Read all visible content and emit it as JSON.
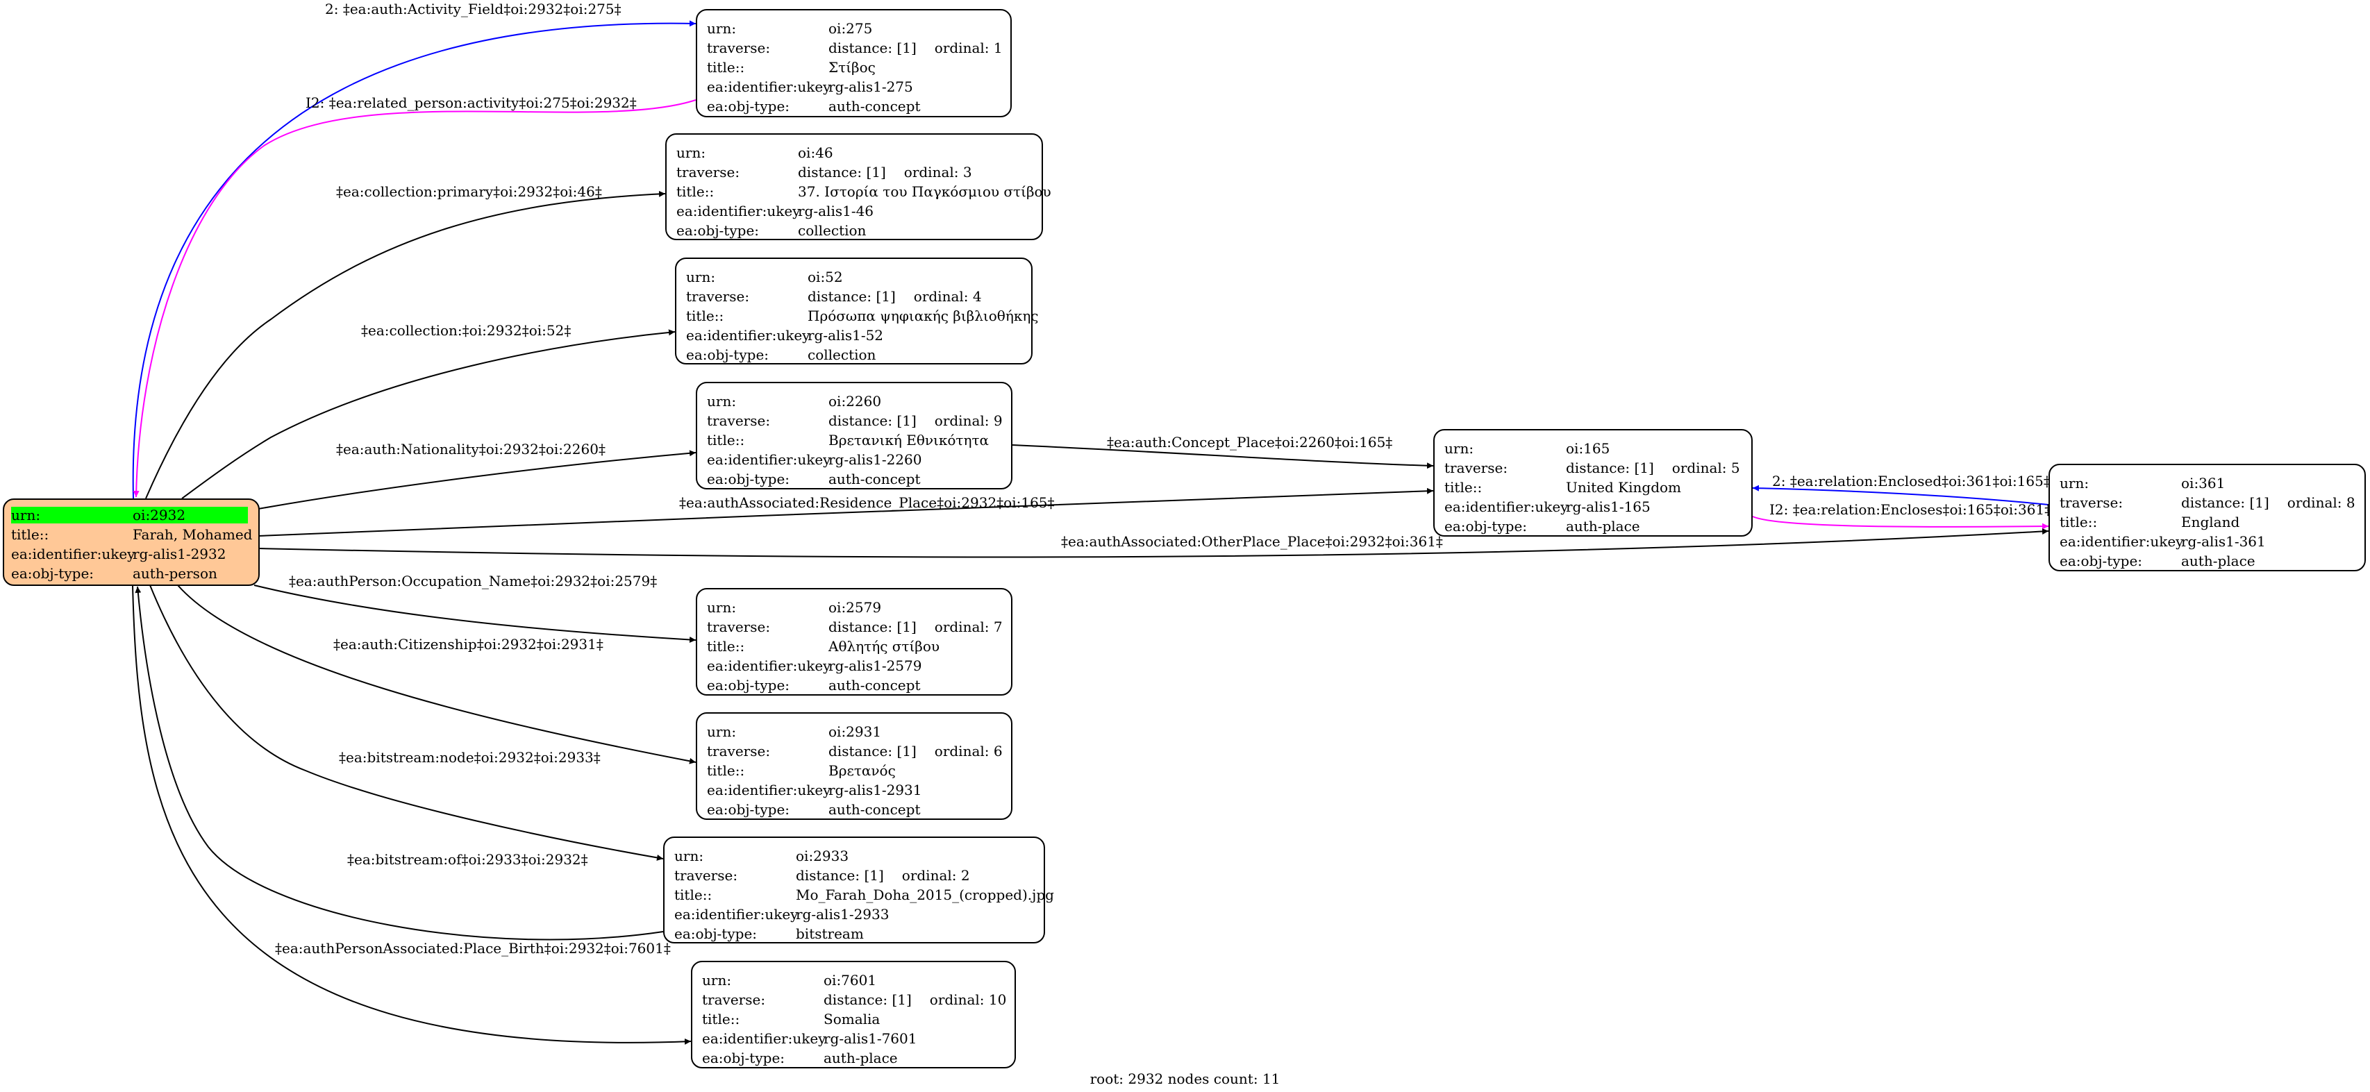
{
  "root": {
    "urn_label": "urn:",
    "urn": "oi:2932",
    "title_label": "title::",
    "title": "Farah, Mohamed",
    "ukey_label": "ea:identifier:ukey",
    "ukey": "rg-alis1-2932",
    "type_label": "ea:obj-type:",
    "type": "auth-person"
  },
  "labels": {
    "urn": "urn:",
    "traverse": "traverse:",
    "title": "title::",
    "ukey": "ea:identifier:ukey",
    "type": "ea:obj-type:"
  },
  "nodes": [
    {
      "id": "oi:275",
      "urn": "oi:275",
      "distance": "distance: [1]",
      "ordinal": "ordinal: 1",
      "title": "Στίβος",
      "ukey": "rg-alis1-275",
      "type": "auth-concept"
    },
    {
      "id": "oi:46",
      "urn": "oi:46",
      "distance": "distance: [1]",
      "ordinal": "ordinal: 3",
      "title": "37. Ιστορία του Παγκόσμιου στίβου",
      "ukey": "rg-alis1-46",
      "type": "collection"
    },
    {
      "id": "oi:52",
      "urn": "oi:52",
      "distance": "distance: [1]",
      "ordinal": "ordinal: 4",
      "title": "Πρόσωπα ψηφιακής βιβλιοθήκης",
      "ukey": "rg-alis1-52",
      "type": "collection"
    },
    {
      "id": "oi:2260",
      "urn": "oi:2260",
      "distance": "distance: [1]",
      "ordinal": "ordinal: 9",
      "title": "Βρετανική Εθνικότητα",
      "ukey": "rg-alis1-2260",
      "type": "auth-concept"
    },
    {
      "id": "oi:165",
      "urn": "oi:165",
      "distance": "distance: [1]",
      "ordinal": "ordinal: 5",
      "title": "United Kingdom",
      "ukey": "rg-alis1-165",
      "type": "auth-place"
    },
    {
      "id": "oi:361",
      "urn": "oi:361",
      "distance": "distance: [1]",
      "ordinal": "ordinal: 8",
      "title": "England",
      "ukey": "rg-alis1-361",
      "type": "auth-place"
    },
    {
      "id": "oi:2579",
      "urn": "oi:2579",
      "distance": "distance: [1]",
      "ordinal": "ordinal: 7",
      "title": "Αθλητής στίβου",
      "ukey": "rg-alis1-2579",
      "type": "auth-concept"
    },
    {
      "id": "oi:2931",
      "urn": "oi:2931",
      "distance": "distance: [1]",
      "ordinal": "ordinal: 6",
      "title": "Βρετανός",
      "ukey": "rg-alis1-2931",
      "type": "auth-concept"
    },
    {
      "id": "oi:2933",
      "urn": "oi:2933",
      "distance": "distance: [1]",
      "ordinal": "ordinal: 2",
      "title": "Mo_Farah_Doha_2015_(cropped).jpg",
      "ukey": "rg-alis1-2933",
      "type": "bitstream"
    },
    {
      "id": "oi:7601",
      "urn": "oi:7601",
      "distance": "distance: [1]",
      "ordinal": "ordinal: 10",
      "title": "Somalia",
      "ukey": "rg-alis1-7601",
      "type": "auth-place"
    }
  ],
  "edges": [
    {
      "label": "2: ‡ea:auth:Activity_Field‡oi:2932‡oi:275‡",
      "color": "#0000ff"
    },
    {
      "label": "I2: ‡ea:related_person:activity‡oi:275‡oi:2932‡",
      "color": "#ff00ff"
    },
    {
      "label": "‡ea:collection:primary‡oi:2932‡oi:46‡",
      "color": "#000000"
    },
    {
      "label": "‡ea:collection:‡oi:2932‡oi:52‡",
      "color": "#000000"
    },
    {
      "label": "‡ea:auth:Nationality‡oi:2932‡oi:2260‡",
      "color": "#000000"
    },
    {
      "label": "‡ea:auth:Concept_Place‡oi:2260‡oi:165‡",
      "color": "#000000"
    },
    {
      "label": "‡ea:authAssociated:Residence_Place‡oi:2932‡oi:165‡",
      "color": "#000000"
    },
    {
      "label": "2: ‡ea:relation:Enclosed‡oi:361‡oi:165‡",
      "color": "#0000ff"
    },
    {
      "label": "I2: ‡ea:relation:Encloses‡oi:165‡oi:361‡",
      "color": "#ff00ff"
    },
    {
      "label": "‡ea:authAssociated:OtherPlace_Place‡oi:2932‡oi:361‡",
      "color": "#000000"
    },
    {
      "label": "‡ea:authPerson:Occupation_Name‡oi:2932‡oi:2579‡",
      "color": "#000000"
    },
    {
      "label": "‡ea:auth:Citizenship‡oi:2932‡oi:2931‡",
      "color": "#000000"
    },
    {
      "label": "‡ea:bitstream:node‡oi:2932‡oi:2933‡",
      "color": "#000000"
    },
    {
      "label": "‡ea:bitstream:of‡oi:2933‡oi:2932‡",
      "color": "#000000"
    },
    {
      "label": "‡ea:authPersonAssociated:Place_Birth‡oi:2932‡oi:7601‡",
      "color": "#000000"
    }
  ],
  "footer": "root: 2932 nodes count: 11"
}
